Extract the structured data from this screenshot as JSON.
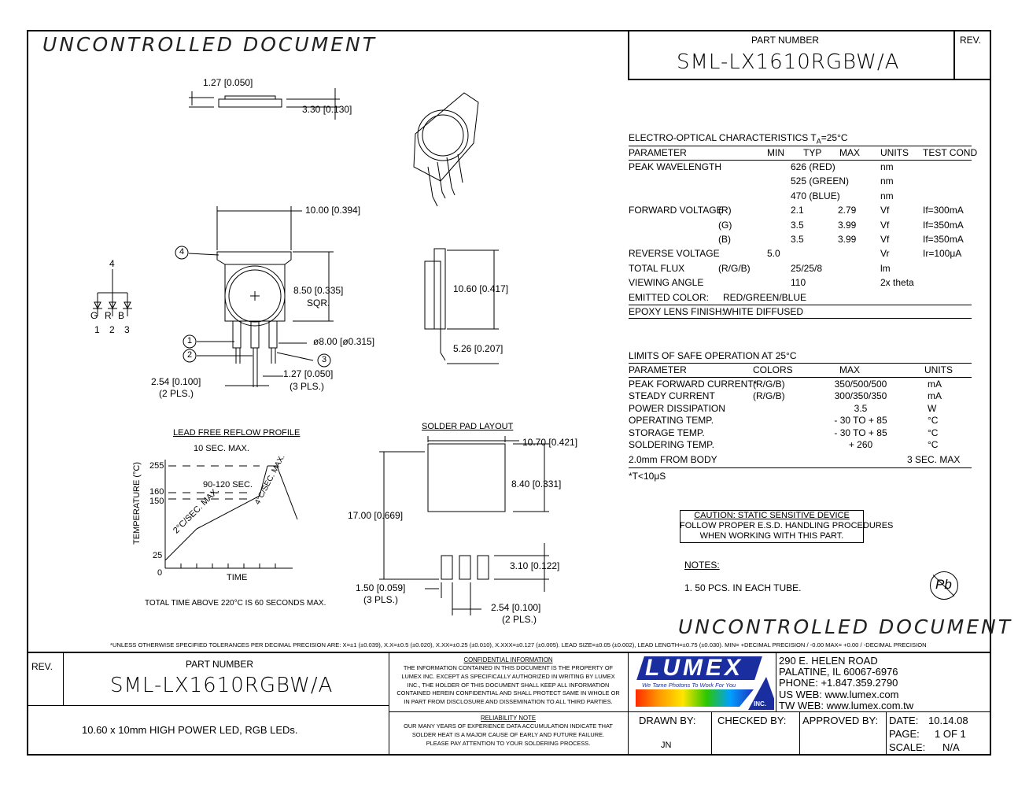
{
  "watermark": "UNCONTROLLED DOCUMENT",
  "header": {
    "part_number_label": "PART NUMBER",
    "part_number": "SML-LX1610RGBW/A",
    "rev_label": "REV."
  },
  "drawing": {
    "dim_top_thickness": "1.27 [0.050]",
    "dim_top_height": "3.30 [0.130]",
    "dim_width": "10.00 [0.394]",
    "dim_square": "8.50 [0.335]",
    "dim_square_note": "SQR.",
    "dim_lens": "ø8.00 [ø0.315]",
    "dim_pitch": "2.54 [0.100]",
    "dim_pitch_note": "(2 PLS.)",
    "dim_lead": "1.27 [0.050]",
    "dim_lead_note": "(3 PLS.)",
    "dim_side_height": "10.60 [0.417]",
    "dim_side_lead": "5.26 [0.207]",
    "pin_4": "4",
    "pin_labels": [
      "G",
      "R",
      "B"
    ],
    "pin_numbers": [
      "1",
      "2",
      "3"
    ],
    "callouts": [
      "1",
      "2",
      "3",
      "4"
    ]
  },
  "reflow": {
    "title": "LEAD FREE REFLOW PROFILE",
    "note_10sec": "10 SEC. MAX.",
    "note_90sec": "90-120 SEC.",
    "ramp_up": "2°C/SEC. MAX.",
    "ramp_down": "4°C/SEC. MAX.",
    "ylabel": "TEMPERATURE (°C)",
    "xlabel": "TIME",
    "yticks": [
      "255",
      "160",
      "150",
      "25",
      "0"
    ],
    "footer": "TOTAL TIME ABOVE 220°C IS 60 SECONDS MAX."
  },
  "solder": {
    "title": "SOLDER PAD LAYOUT",
    "dim_width": "10.70 [0.421]",
    "dim_pad_height": "8.40 [0.331]",
    "dim_total": "17.00 [0.669]",
    "dim_lead_h": "3.10 [0.122]",
    "dim_lead_w": "1.50 [0.059]",
    "dim_lead_w_note": "(3 PLS.)",
    "dim_pitch": "2.54 [0.100]",
    "dim_pitch_note": "(2 PLS.)"
  },
  "electro": {
    "title": "ELECTRO-OPTICAL CHARACTERISTICS T",
    "title_sub": "A",
    "title_end": "=25°C",
    "headers": [
      "PARAMETER",
      "MIN",
      "TYP",
      "MAX",
      "UNITS",
      "TEST COND"
    ],
    "rows": [
      {
        "p": "PEAK WAVELENGTH",
        "sub": "",
        "min": "",
        "typ": "626 (RED)",
        "max": "",
        "unit": "nm",
        "cond": ""
      },
      {
        "p": "",
        "sub": "",
        "min": "",
        "typ": "525 (GREEN)",
        "max": "",
        "unit": "nm",
        "cond": ""
      },
      {
        "p": "",
        "sub": "",
        "min": "",
        "typ": "470 (BLUE)",
        "max": "",
        "unit": "nm",
        "cond": ""
      },
      {
        "p": "FORWARD VOLTAGE",
        "sub": "(R)",
        "min": "",
        "typ": "2.1",
        "max": "2.79",
        "unit": "Vf",
        "cond": "If=300mA"
      },
      {
        "p": "",
        "sub": "(G)",
        "min": "",
        "typ": "3.5",
        "max": "3.99",
        "unit": "Vf",
        "cond": "If=350mA"
      },
      {
        "p": "",
        "sub": "(B)",
        "min": "",
        "typ": "3.5",
        "max": "3.99",
        "unit": "Vf",
        "cond": "If=350mA"
      },
      {
        "p": "REVERSE VOLTAGE",
        "sub": "",
        "min": "5.0",
        "typ": "",
        "max": "",
        "unit": "Vr",
        "cond": "Ir=100μA"
      },
      {
        "p": "TOTAL FLUX",
        "sub": "(R/G/B)",
        "min": "",
        "typ": "25/25/8",
        "max": "",
        "unit": "lm",
        "cond": ""
      },
      {
        "p": "VIEWING ANGLE",
        "sub": "",
        "min": "",
        "typ": "110",
        "max": "",
        "unit": "2x theta",
        "cond": ""
      }
    ],
    "emitted_label": "EMITTED COLOR:",
    "emitted_value": "RED/GREEN/BLUE",
    "epoxy_label": "EPOXY LENS FINISH:",
    "epoxy_value": "WHITE DIFFUSED"
  },
  "limits": {
    "title": "LIMITS OF SAFE OPERATION AT 25°C",
    "headers": [
      "PARAMETER",
      "COLORS",
      "MAX",
      "UNITS"
    ],
    "rows": [
      {
        "p": "PEAK FORWARD CURRENT*",
        "c": "(R/G/B)",
        "m": "350/500/500",
        "u": "mA"
      },
      {
        "p": "STEADY CURRENT",
        "c": "(R/G/B)",
        "m": "300/350/350",
        "u": "mA"
      },
      {
        "p": "POWER DISSIPATION",
        "c": "",
        "m": "3.5",
        "u": "W"
      },
      {
        "p": "OPERATING TEMP.",
        "c": "",
        "m": "- 30 TO + 85",
        "u": "°C"
      },
      {
        "p": "STORAGE TEMP.",
        "c": "",
        "m": "- 30 TO + 85",
        "u": "°C"
      },
      {
        "p": "SOLDERING TEMP.",
        "c": "",
        "m": "+ 260",
        "u": "°C"
      }
    ],
    "solder_row_p": "2.0mm FROM BODY",
    "solder_row_u": "3 SEC. MAX",
    "footnote": "*T<10μS"
  },
  "caution": {
    "line1": "CAUTION: STATIC SENSITIVE DEVICE",
    "line2": "FOLLOW PROPER E.S.D. HANDLING PROCEDURES",
    "line3": "WHEN WORKING WITH THIS PART."
  },
  "notes": {
    "title": "NOTES:",
    "items": [
      "1. 50 PCS. IN EACH TUBE."
    ],
    "pb_mark": "Pb"
  },
  "tolerance": "*UNLESS OTHERWISE SPECIFIED TOLERANCES PER DECIMAL PRECISION ARE: X=±1 (±0.039), X.X=±0.5 (±0.020), X.XX=±0.25 (±0.010), X.XXX=±0.127 (±0.005). LEAD SIZE=±0.05 (±0.002), LEAD LENGTH=±0.75 (±0.030). MIN= +DECIMAL PRECISION / -0.00   MAX= +0.00 / -DECIMAL PRECISION",
  "titleblock": {
    "rev_label": "REV.",
    "part_number_label": "PART NUMBER",
    "part_number": "SML-LX1610RGBW/A",
    "description": "10.60 x 10mm HIGH POWER LED, RGB LEDs.",
    "confidential_title": "CONFIDENTIAL INFORMATION",
    "confidential_lines": [
      "THE INFORMATION CONTAINED IN THIS DOCUMENT IS THE PROPERTY OF",
      "LUMEX INC.  EXCEPT AS SPECIFICALLY AUTHORIZED IN WRITING BY LUMEX",
      "INC., THE HOLDER OF THIS DOCUMENT SHALL KEEP ALL INFORMATION",
      "CONTAINED HEREIN CONFIDENTIAL AND SHALL PROTECT SAME IN WHOLE OR",
      "IN PART FROM DISCLOSURE AND DISSEMINATION TO ALL THIRD PARTIES."
    ],
    "reliability_title": "RELIABILITY NOTE",
    "reliability_lines": [
      "OUR MANY YEARS OF EXPERIENCE DATA ACCUMULATION INDICATE THAT",
      "SOLDER HEAT IS A MAJOR CAUSE OF EARLY AND FUTURE FAILURE.",
      "PLEASE PAY ATTENTION TO YOUR SOLDERING PROCESS."
    ],
    "logo_text": "LUMEX",
    "logo_tagline": "We Tame Photons To Work For You",
    "logo_inc": "INC.",
    "address_lines": [
      "290 E. HELEN ROAD",
      "PALATINE, IL  60067-6976",
      "PHONE: +1.847.359.2790",
      "US WEB: www.lumex.com",
      "TW WEB: www.lumex.com.tw"
    ],
    "drawn_label": "DRAWN BY:",
    "drawn_value": "JN",
    "checked_label": "CHECKED BY:",
    "approved_label": "APPROVED BY:",
    "date_label": "DATE:",
    "date_value": "10.14.08",
    "page_label": "PAGE:",
    "page_value": "1 OF 1",
    "scale_label": "SCALE:",
    "scale_value": "N/A",
    "colors": {
      "logo_blue": "#1a2ea0",
      "rainbow_start": "#ff2a00",
      "rainbow_end": "#2030c0"
    }
  }
}
